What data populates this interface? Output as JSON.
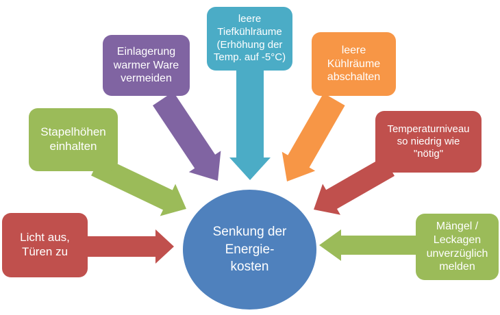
{
  "colors": {
    "blue": "#4f81bd",
    "red": "#c0504d",
    "green": "#9bbb59",
    "purple": "#8064a2",
    "teal": "#4bacc6",
    "orange": "#f79646",
    "label_text": "#ffffff",
    "background": "#ffffff"
  },
  "diagram": {
    "center": {
      "label": "Senkung der\nEnergie-\nkosten",
      "color": "blue"
    },
    "nodes": [
      {
        "id": "einlagerung",
        "label": "Einlagerung\nwarmer Ware\nvermeiden",
        "color": "purple"
      },
      {
        "id": "tiefkuehlraeume",
        "label": "leere\nTiefkühlräume\n(Erhöhung der\nTemp. auf -5°C)",
        "color": "teal"
      },
      {
        "id": "kuehlraeume",
        "label": "leere\nKühlräume\nabschalten",
        "color": "orange"
      },
      {
        "id": "stapelhoehen",
        "label": "Stapelhöhen\neinhalten",
        "color": "green"
      },
      {
        "id": "temperaturniveau",
        "label": "Temperaturniveau\nso niedrig wie\n\"nötig\"",
        "color": "red"
      },
      {
        "id": "licht-aus",
        "label": "Licht aus,\nTüren zu",
        "color": "red"
      },
      {
        "id": "maengel",
        "label": "Mängel /\nLeckagen\nunverzüglich\nmelden",
        "color": "green"
      }
    ],
    "arrows": [
      {
        "name": "arrow-from-einlagerung",
        "color": "purple"
      },
      {
        "name": "arrow-from-tiefkuehlraeume",
        "color": "teal"
      },
      {
        "name": "arrow-from-kuehlraeume",
        "color": "orange"
      },
      {
        "name": "arrow-from-stapelhoehen",
        "color": "green"
      },
      {
        "name": "arrow-from-temperaturniveau",
        "color": "red"
      },
      {
        "name": "arrow-from-licht-aus",
        "color": "red"
      },
      {
        "name": "arrow-from-maengel",
        "color": "green"
      }
    ]
  }
}
